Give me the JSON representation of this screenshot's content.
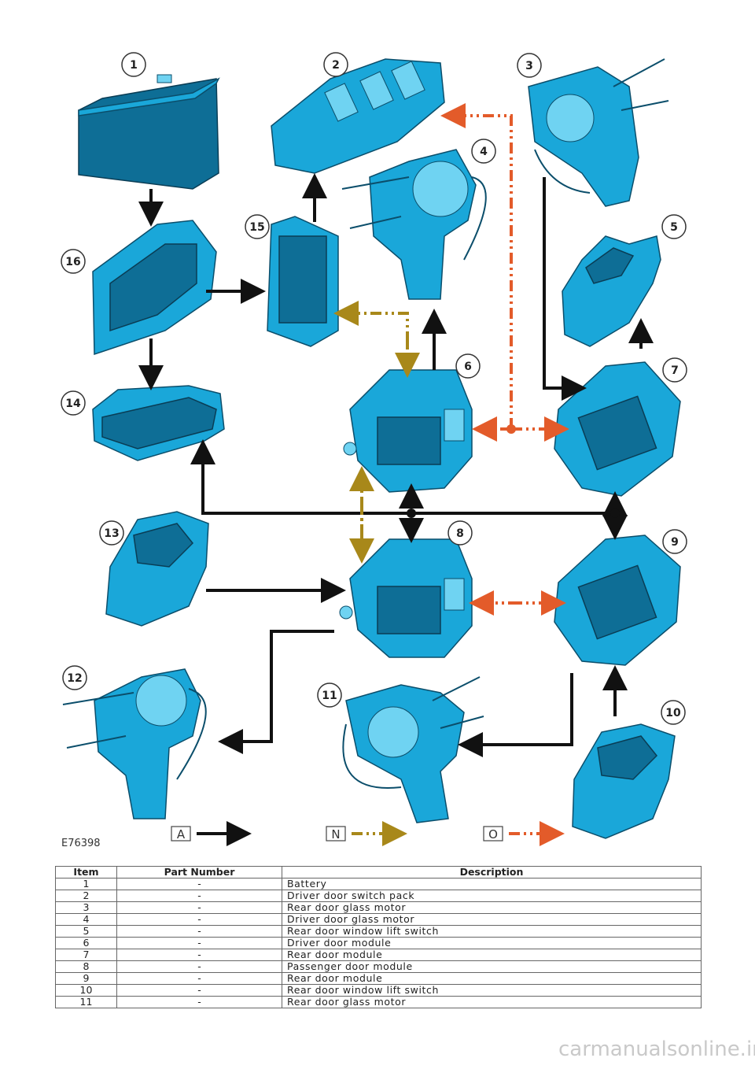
{
  "diagram": {
    "reference": "E76398",
    "callouts": [
      "1",
      "2",
      "3",
      "4",
      "5",
      "6",
      "7",
      "8",
      "9",
      "10",
      "11",
      "12",
      "13",
      "14",
      "15",
      "16"
    ],
    "legend": [
      {
        "label": "A",
        "color": "#111111"
      },
      {
        "label": "N",
        "color": "#a8881a"
      },
      {
        "label": "O",
        "color": "#e35b2a"
      }
    ]
  },
  "table": {
    "headers": [
      "Item",
      "Part Number",
      "Description"
    ],
    "rows": [
      [
        "1",
        "-",
        "Battery"
      ],
      [
        "2",
        "-",
        "Driver door switch pack"
      ],
      [
        "3",
        "-",
        "Rear door glass motor"
      ],
      [
        "4",
        "-",
        "Driver door glass motor"
      ],
      [
        "5",
        "-",
        "Rear door window lift switch"
      ],
      [
        "6",
        "-",
        "Driver door module"
      ],
      [
        "7",
        "-",
        "Rear door module"
      ],
      [
        "8",
        "-",
        "Passenger door module"
      ],
      [
        "9",
        "-",
        "Rear door module"
      ],
      [
        "10",
        "-",
        "Rear door window lift switch"
      ],
      [
        "11",
        "-",
        "Rear door glass motor"
      ]
    ]
  },
  "watermark": "carmanualsonline.info"
}
